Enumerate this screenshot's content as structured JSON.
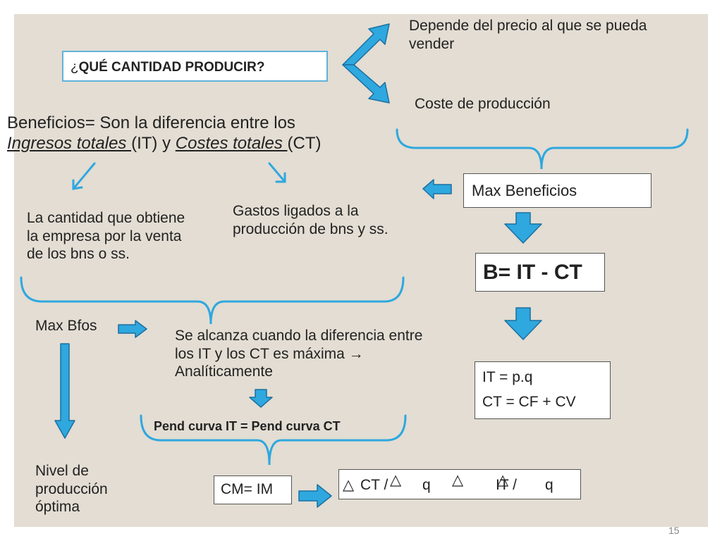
{
  "question": {
    "prefix": "¿",
    "text": "QUÉ CANTIDAD PRODUCIR?"
  },
  "depends_price": "Depende del precio al que se pueda vender",
  "cost_production": "Coste de producción",
  "benefits": {
    "line1": "Beneficios= Son la diferencia entre los",
    "ingresos": "Ingresos totales ",
    "it": "(IT) y ",
    "costes": "Costes totales ",
    "ct": "(CT)"
  },
  "ingresos_def": "La cantidad que obtiene la empresa por la venta de los bns o ss.",
  "costes_def": "Gastos ligados a la producción de bns y ss.",
  "max_beneficios": "Max Beneficios",
  "formula_b": "B= IT - CT",
  "it_formula": "IT = p.q",
  "ct_formula": "CT = CF + CV",
  "max_bfos": "Max Bfos",
  "se_alcanza": "Se alcanza cuando la diferencia entre los IT y los CT es máxima → Analíticamente",
  "pend_curva": "Pend curva  IT = Pend curva CT",
  "nivel": "Nivel de producción óptima",
  "cm_im": "CM= IM",
  "delta_formula": {
    "d1": "△",
    "ct": "CT /",
    "d2": "△",
    "q1": "q",
    "d3": "△",
    "it": "IT /",
    "d4": "△",
    "q2": "q"
  },
  "page_number": "15",
  "colors": {
    "arrow": "#2ea8df",
    "arrow_stroke": "#1b6fa0",
    "bg": "#e3ddd3"
  }
}
